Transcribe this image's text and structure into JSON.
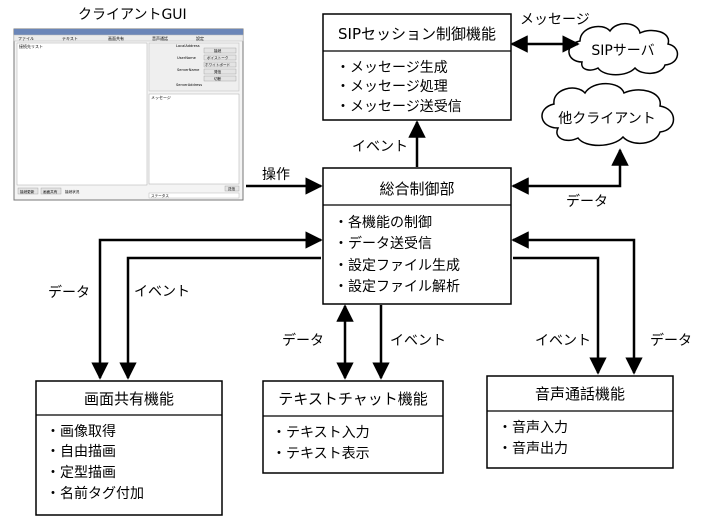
{
  "gui": {
    "caption": "クライアントGUI",
    "menu": [
      "ファイル",
      "テキスト",
      "画面共有",
      "音声通話",
      "設定"
    ],
    "list_title": "接続先リスト",
    "right_rows": [
      {
        "label": "LocalAddress",
        "button": ""
      },
      {
        "label": "",
        "button": "接続"
      },
      {
        "label": "UserName",
        "button": "ボイストーク"
      },
      {
        "label": "",
        "button": "ホワイトボード"
      },
      {
        "label": "ServerName",
        "button": "発信"
      },
      {
        "label": "",
        "button": "切断"
      },
      {
        "label": "ServerAddress",
        "button": ""
      }
    ],
    "chat_label": "メッセージ",
    "send_label": "送信",
    "bottom_buttons": [
      "接続更新",
      "画面共有"
    ],
    "status_text": "接続状況",
    "input_hint": "ステータス"
  },
  "sip_box": {
    "title": "SIPセッション制御機能",
    "items": [
      "・メッセージ生成",
      "・メッセージ処理",
      "・メッセージ送受信"
    ]
  },
  "main_box": {
    "title": "総合制御部",
    "items": [
      "・各機能の制御",
      "・データ送受信",
      "・設定ファイル生成",
      "・設定ファイル解析"
    ]
  },
  "screen_box": {
    "title": "画面共有機能",
    "items": [
      "・画像取得",
      "・自由描画",
      "・定型描画",
      "・名前タグ付加"
    ]
  },
  "text_box": {
    "title": "テキストチャット機能",
    "items": [
      "・テキスト入力",
      "・テキスト表示"
    ]
  },
  "voice_box": {
    "title": "音声通話機能",
    "items": [
      "・音声入力",
      "・音声出力"
    ]
  },
  "clouds": {
    "sip_server": "SIPサーバ",
    "other_client": "他クライアント"
  },
  "edge_labels": {
    "message": "メッセージ",
    "event_sip": "イベント",
    "operation": "操作",
    "data_other": "データ",
    "data_screen": "データ",
    "event_screen": "イベント",
    "data_text": "データ",
    "event_text": "イベント",
    "event_voice": "イベント",
    "data_voice": "データ"
  }
}
